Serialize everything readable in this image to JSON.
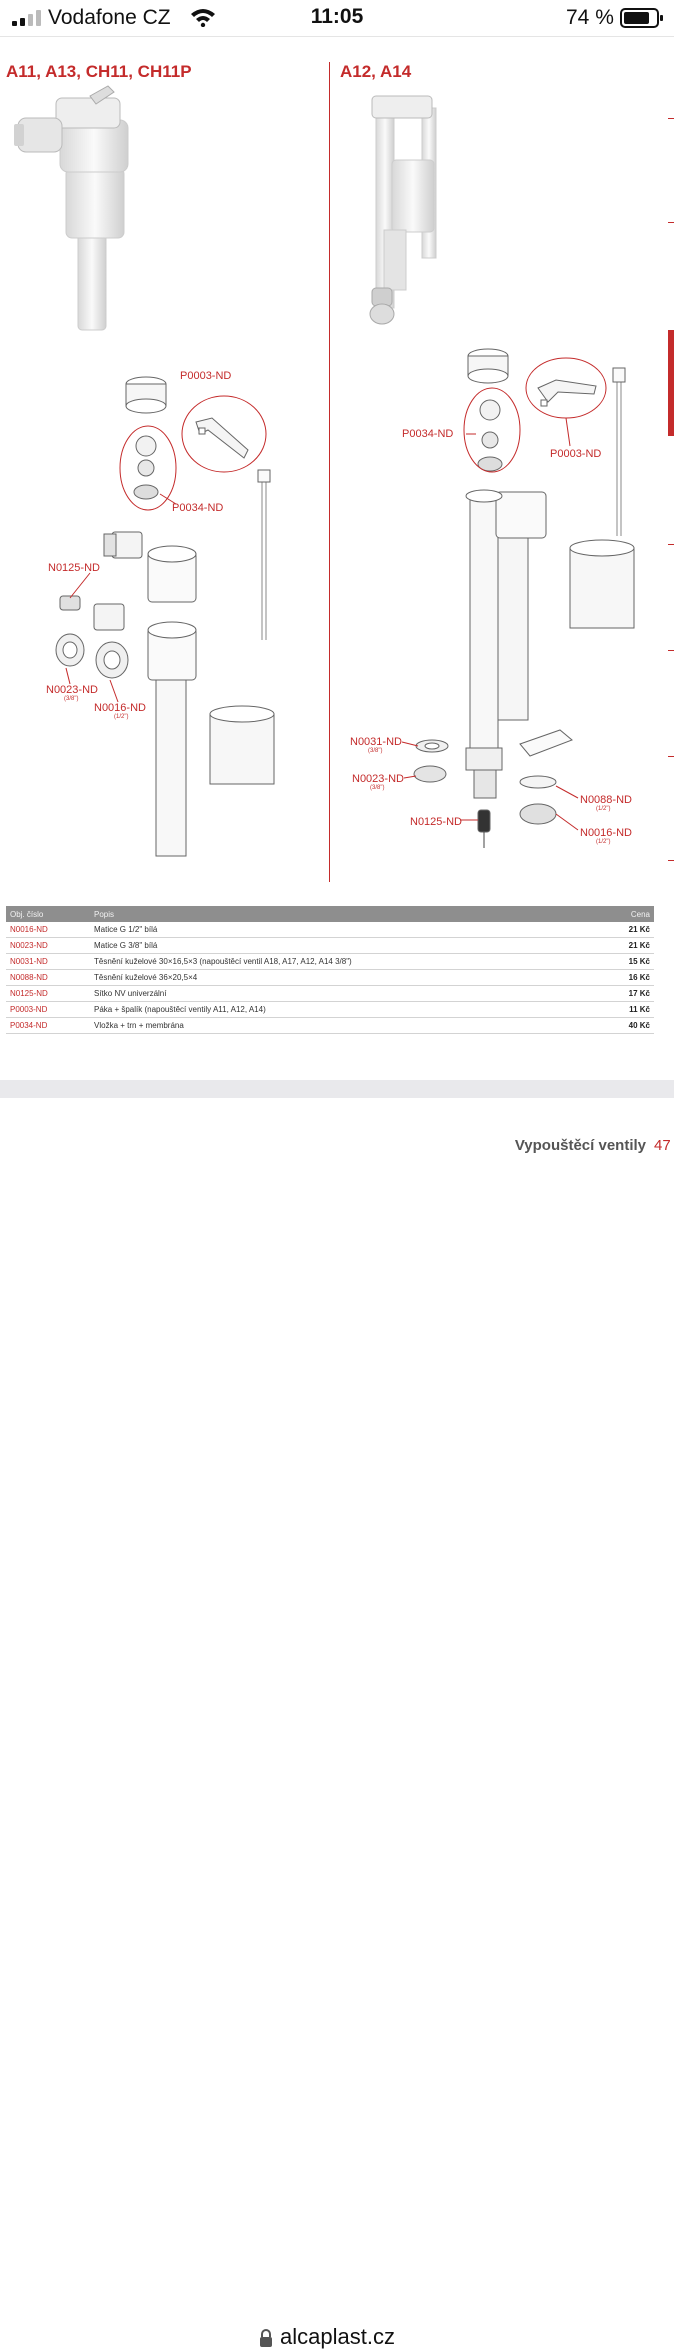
{
  "status_bar": {
    "carrier": "Vodafone CZ",
    "time": "11:05",
    "battery": "74 %",
    "icons": [
      "signal-icon",
      "wifi-icon",
      "battery-icon"
    ]
  },
  "page": {
    "left_heading": "A11, A13, CH11, CH11P",
    "right_heading": "A12, A14",
    "left_callouts": {
      "p0003": "P0003-ND",
      "p0034": "P0034-ND",
      "n0125": "N0125-ND",
      "n0023": "N0023-ND",
      "n0023_size": "(3/8\")",
      "n0016": "N0016-ND",
      "n0016_size": "(1/2\")"
    },
    "right_callouts": {
      "p0034": "P0034-ND",
      "p0003": "P0003-ND",
      "n0031": "N0031-ND",
      "n0031_size": "(3/8\")",
      "n0023": "N0023-ND",
      "n0023_size": "(3/8\")",
      "n0088": "N0088-ND",
      "n0088_size": "(1/2\")",
      "n0016": "N0016-ND",
      "n0016_size": "(1/2\")",
      "n0125": "N0125-ND"
    },
    "table": {
      "headers": [
        "Obj. číslo",
        "Popis",
        "Cena"
      ],
      "rows": [
        {
          "code": "N0016-ND",
          "desc": "Matice G 1/2\" bílá",
          "price": "21 Kč"
        },
        {
          "code": "N0023-ND",
          "desc": "Matice G 3/8\" bílá",
          "price": "21 Kč"
        },
        {
          "code": "N0031-ND",
          "desc": "Těsnění kuželové 30×16,5×3 (napouštěcí ventil A18, A17, A12, A14 3/8\")",
          "price": "15 Kč"
        },
        {
          "code": "N0088-ND",
          "desc": "Těsnění kuželové 36×20,5×4",
          "price": "16 Kč"
        },
        {
          "code": "N0125-ND",
          "desc": "Sítko NV univerzální",
          "price": "17 Kč"
        },
        {
          "code": "P0003-ND",
          "desc": "Páka + špalík (napouštěcí ventily A11, A12, A14)",
          "price": "11 Kč"
        },
        {
          "code": "P0034-ND",
          "desc": "Vložka + trn + membrána",
          "price": "40 Kč"
        }
      ]
    },
    "footer_title": "Vypouštěcí ventily",
    "page_number": "47",
    "accent_color": "#c42b2b"
  },
  "browser": {
    "url": "alcaplast.cz",
    "lock_icon": "lock-icon"
  }
}
